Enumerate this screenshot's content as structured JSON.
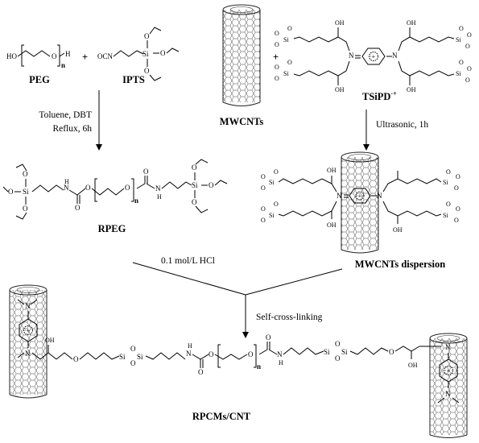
{
  "labels": {
    "peg": "PEG",
    "ipts": "IPTS",
    "mwcnts": "MWCNTs",
    "tsipd": "TSiPD",
    "tsipd_sup": "·+",
    "rpeg": "RPEG",
    "dispersion": "MWCNTs dispersion",
    "product": "RPCMs/CNT",
    "plus": "+"
  },
  "conditions": {
    "step1_line1": "Toluene, DBT",
    "step1_line2": "Reflux, 6h",
    "step2": "Ultrasonic, 1h",
    "step3_acid": "0.1 mol/L HCl",
    "step3_process": "Self-cross-linking"
  },
  "atoms": {
    "ho": "HO",
    "h": "H",
    "o": "O",
    "n": "n",
    "ocn": "OCN",
    "si": "Si",
    "oh": "OH",
    "nh": "N",
    "radical": "·+"
  }
}
